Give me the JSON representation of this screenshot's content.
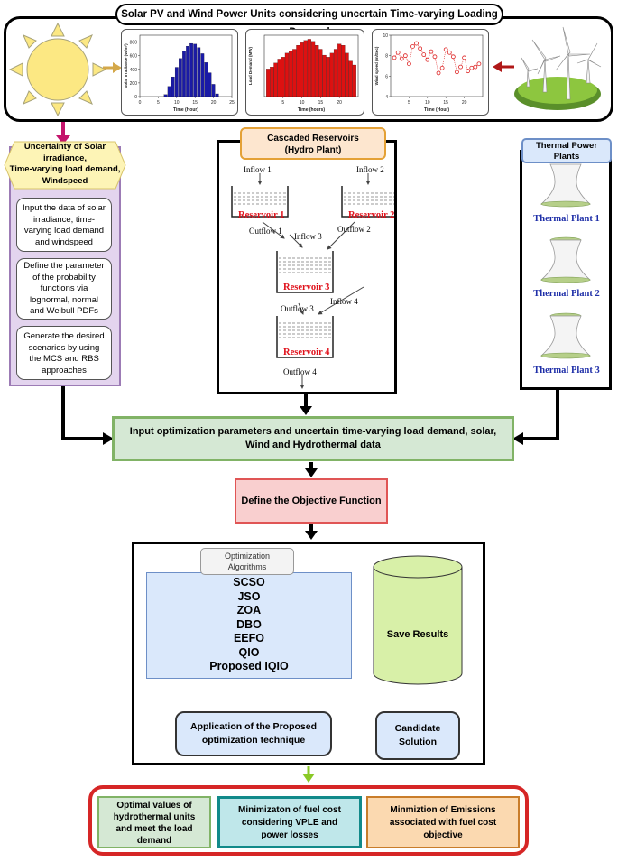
{
  "header": {
    "title": "Solar PV and Wind Power Units considering uncertain Time-varying Loading Demand"
  },
  "charts": {
    "solar": {
      "ylabel": "Solar Irradiance (W/m²)",
      "xlabel": "Time (Hour)",
      "yticks": [
        "0",
        "200",
        "400",
        "600",
        "800"
      ],
      "xticks": [
        "0",
        "5",
        "10",
        "15",
        "20",
        "25"
      ],
      "color": "#1a1aa6"
    },
    "load": {
      "ylabel": "Load Demand (MW)",
      "xlabel": "Time (hours)",
      "xticks": [
        "5",
        "10",
        "15",
        "20"
      ],
      "color": "#dd1111"
    },
    "wind": {
      "ylabel": "Wind speed (m/Sec)",
      "xlabel": "Time (Hour)",
      "yticks": [
        "4",
        "6",
        "8",
        "10"
      ],
      "xticks": [
        "5",
        "10",
        "15",
        "20"
      ],
      "color": "#dd2222"
    }
  },
  "chart_data": [
    {
      "type": "bar",
      "x": [
        7,
        8,
        9,
        10,
        11,
        12,
        13,
        14,
        15,
        16,
        17,
        18,
        19,
        20,
        21
      ],
      "values": [
        30,
        150,
        290,
        430,
        560,
        670,
        740,
        780,
        770,
        720,
        630,
        500,
        350,
        180,
        40
      ],
      "ylim": [
        0,
        900
      ],
      "xlim": [
        0,
        25
      ]
    },
    {
      "type": "bar",
      "x": [
        1,
        2,
        3,
        4,
        5,
        6,
        7,
        8,
        9,
        10,
        11,
        12,
        13,
        14,
        15,
        16,
        17,
        18,
        19,
        20,
        21,
        22,
        23,
        24
      ],
      "values": [
        1036,
        1110,
        1258,
        1406,
        1480,
        1628,
        1702,
        1776,
        1924,
        2022,
        2106,
        2150,
        2072,
        1924,
        1776,
        1554,
        1480,
        1628,
        1776,
        1972,
        1924,
        1628,
        1332,
        1184
      ],
      "ylim": [
        0,
        2300
      ],
      "xlim": [
        0,
        25
      ]
    },
    {
      "type": "scatter",
      "x": [
        1,
        2,
        3,
        4,
        5,
        6,
        7,
        8,
        9,
        10,
        11,
        12,
        13,
        14,
        15,
        16,
        17,
        18,
        19,
        20,
        21,
        22,
        23,
        24
      ],
      "values": [
        7.8,
        8.3,
        7.7,
        8.0,
        7.2,
        8.9,
        9.2,
        8.7,
        8.1,
        7.6,
        8.4,
        7.9,
        6.3,
        6.8,
        8.6,
        8.3,
        7.9,
        6.4,
        6.9,
        7.8,
        6.5,
        6.8,
        6.9,
        7.2
      ],
      "ylim": [
        4,
        10
      ],
      "xlim": [
        0,
        25
      ]
    }
  ],
  "uncertainty": {
    "title_lines": [
      "Uncertainty of Solar",
      "irradiance,",
      "Time-varying load demand,",
      "Windspeed"
    ],
    "step1": [
      "Input the data of solar",
      "irradiance, time-",
      "varying load demand",
      "and windspeed"
    ],
    "step2": [
      "Define the parameter",
      "of the probability",
      "functions via",
      "lognormal, normal",
      "and Weibull PDFs"
    ],
    "step3": [
      "Generate the desired",
      "scenarios by using",
      "the MCS and RBS",
      "approaches"
    ]
  },
  "reservoirs": {
    "title_lines": [
      "Cascaded Reservoirs",
      "(Hydro Plant)"
    ],
    "inflow1": "Inflow 1",
    "inflow2": "Inflow 2",
    "inflow3": "Inflow 3",
    "inflow4": "Inflow 4",
    "outflow1": "Outflow 1",
    "outflow2": "Outflow 2",
    "outflow3": "Outflow 3",
    "outflow4": "Outflow 4",
    "res1": "Reservoir 1",
    "res2": "Reservoir 2",
    "res3": "Reservoir 3",
    "res4": "Reservoir 4",
    "label_color": "#e0101a"
  },
  "thermal": {
    "title_lines": [
      "Thermal Power",
      "Plants"
    ],
    "plant1": "Thermal Plant 1",
    "plant2": "Thermal Plant 2",
    "plant3": "Thermal Plant 3",
    "label_color": "#1f2fa8"
  },
  "input_box": {
    "lines": [
      "Input optimization parameters and uncertain time-varying load demand, solar,",
      "Wind and Hydrothermal data"
    ]
  },
  "objective": {
    "label": "Define the Objective Function"
  },
  "optimization": {
    "tab_lines": [
      "Optimization",
      "Algorithms"
    ],
    "algorithms": [
      "SCSO",
      "JSO",
      "ZOA",
      "DBO",
      "EEFO",
      "QIO",
      "Proposed IQIO"
    ],
    "save_results": "Save Results",
    "application_lines": [
      "Application of the Proposed",
      "optimization technique"
    ],
    "candidate_lines": [
      "Candidate",
      "Solution"
    ]
  },
  "outcomes": {
    "o1": [
      "Optimal values of",
      "hydrothermal units",
      "and meet the load",
      "demand"
    ],
    "o2": [
      "Minimizaton of fuel cost",
      "considering VPLE and",
      "power losses"
    ],
    "o3": [
      "Minmiztion of Emissions",
      "associated with fuel cost",
      "objective"
    ]
  },
  "colors": {
    "purple_border": "#9c7bb5",
    "purple_fill": "#e3d4ee",
    "orange_border": "#e4a136",
    "orange_fill": "#fde6cf",
    "blue_border": "#6d8fc7",
    "blue_fill": "#dae8fb",
    "green_border": "#81b366",
    "green_fill": "#d5e8d4",
    "red_border": "#e05555",
    "red_fill": "#f9cfcf",
    "teal_border": "#128a8a",
    "teal_fill": "#bfe7ea",
    "cyl_fill": "#d8f0a8",
    "outcome_red": "#d62626",
    "arrow_magenta": "#c4146c",
    "arrow_green": "#8ac926",
    "pink_arrow": "#f8c7c7"
  }
}
